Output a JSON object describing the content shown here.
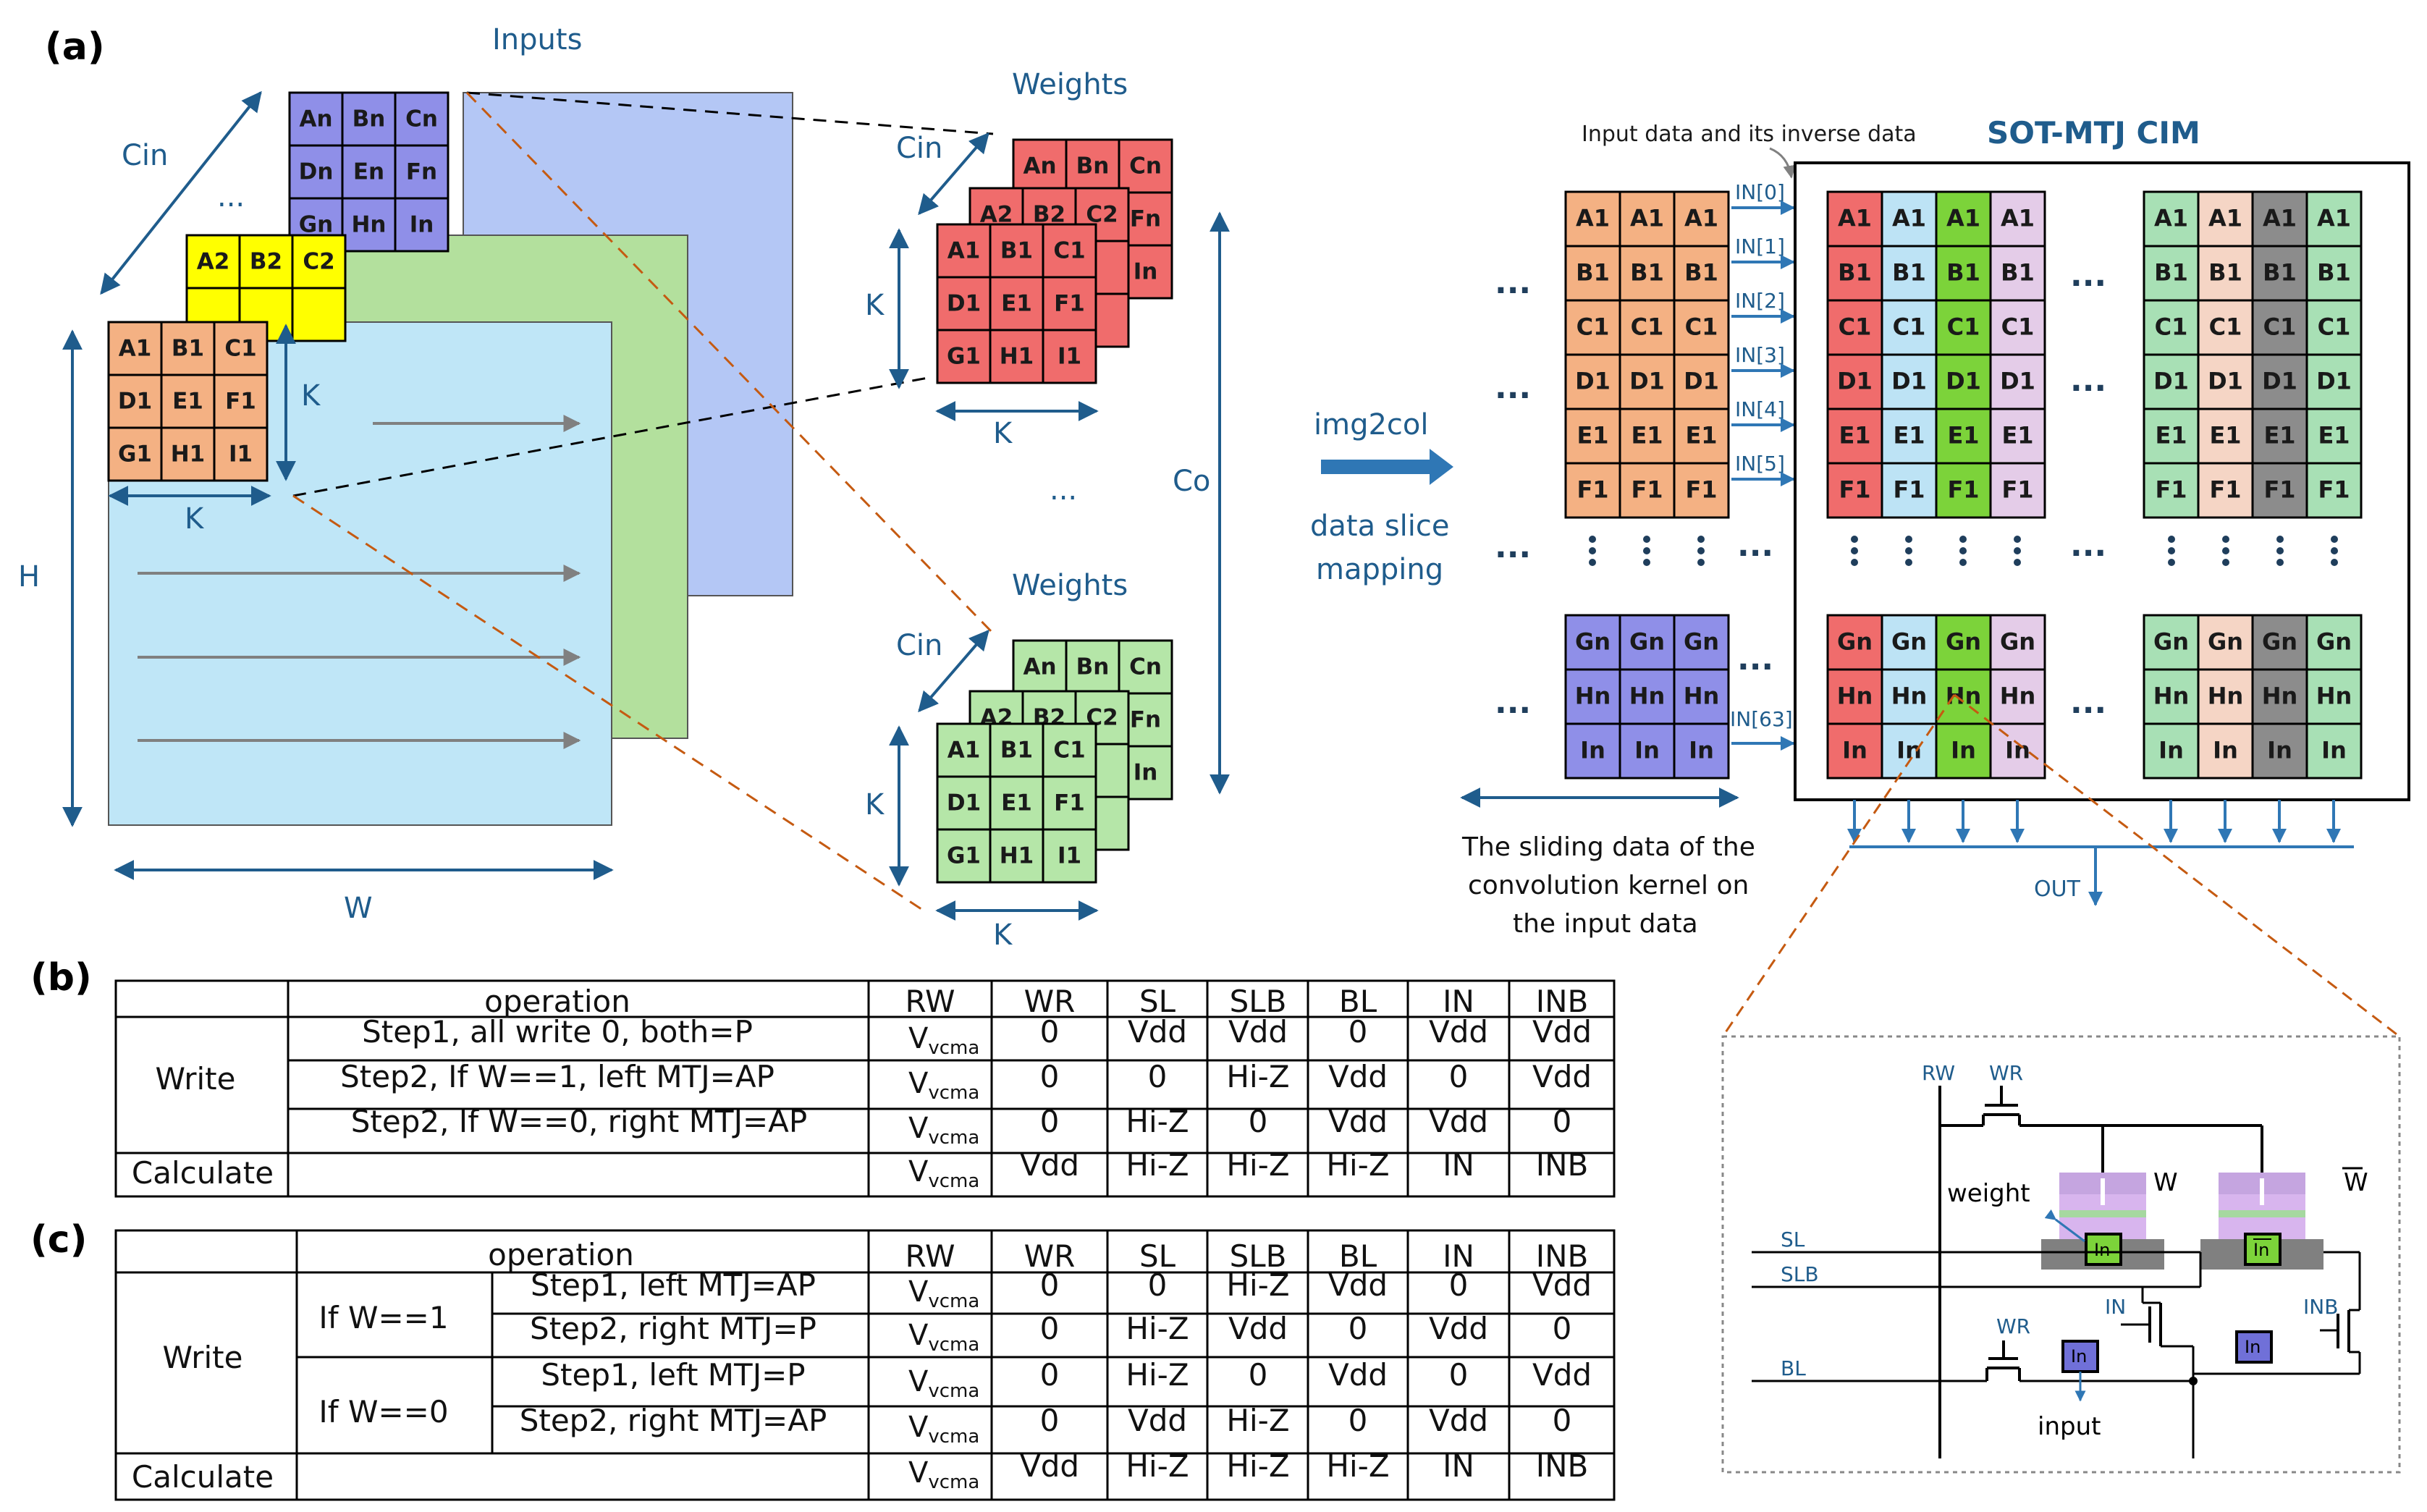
{
  "panels": {
    "a": "(a)",
    "b": "(b)",
    "c": "(c)"
  },
  "labels": {
    "inputs": "Inputs",
    "weights_top": "Weights",
    "weights_bottom": "Weights",
    "cin": "Cin",
    "k": "K",
    "h": "H",
    "w": "W",
    "co": "Co",
    "ellipsis": "...",
    "img2col": "img2col",
    "mapping1": "data slice",
    "mapping2": "mapping",
    "input_inverse": "Input data and its inverse data",
    "sot_title": "SOT-MTJ CIM",
    "out": "OUT",
    "sliding1": "The sliding data of the",
    "sliding2": "convolution kernel on",
    "sliding3": "the input data"
  },
  "kernel_cells": [
    "A1",
    "B1",
    "C1",
    "D1",
    "E1",
    "F1",
    "G1",
    "H1",
    "I1"
  ],
  "layer_a2": [
    "A2",
    "B2",
    "C2"
  ],
  "layer_n": [
    "An",
    "Bn",
    "Cn",
    "Dn",
    "En",
    "Fn",
    "Gn",
    "Hn",
    "In"
  ],
  "column_rows": [
    "A1",
    "B1",
    "C1",
    "D1",
    "E1",
    "F1"
  ],
  "column_rows_n": [
    "Gn",
    "Hn",
    "In"
  ],
  "in_labels": [
    "IN[0]",
    "IN[1]",
    "IN[2]",
    "IN[3]",
    "IN[4]",
    "IN[5]",
    "IN[63]"
  ],
  "colors": {
    "orange": "#f4b183",
    "blue": "#8f8fe8",
    "yellow": "#ffff00",
    "red": "#f06c6c",
    "green": "#b5e6a8",
    "lightblue": "#bde3f5",
    "mint": "#a8e0b5",
    "peach": "#f5d5c5",
    "gray": "#8c8c8c",
    "lavender": "#e4cce8",
    "teal": "#2f77b5"
  },
  "circuit": {
    "rw": "RW",
    "wr_top": "WR",
    "wr_bottom": "WR",
    "weight": "weight",
    "w": "W",
    "w_bar": "W",
    "sl": "SL",
    "slb": "SLB",
    "bl": "BL",
    "in": "IN",
    "inb": "INB",
    "input": "input",
    "in_cell": "In"
  },
  "table_b": {
    "header": [
      "",
      "operation",
      "RW",
      "WR",
      "SL",
      "SLB",
      "BL",
      "IN",
      "INB"
    ],
    "group_write": "Write",
    "group_calc": "Calculate",
    "rows": [
      [
        "Step1, all write 0,  both=P",
        "V",
        "vcma",
        "0",
        "Vdd",
        "Vdd",
        "0",
        "Vdd",
        "Vdd"
      ],
      [
        "Step2, If W==1,  left MTJ=AP",
        "V",
        "vcma",
        "0",
        "0",
        "Hi-Z",
        "Vdd",
        "0",
        "Vdd"
      ],
      [
        "Step2, If W==0,  right MTJ=AP",
        "V",
        "vcma",
        "0",
        "Hi-Z",
        "0",
        "Vdd",
        "Vdd",
        "0"
      ],
      [
        "",
        "V",
        "vcma",
        "Vdd",
        "Hi-Z",
        "Hi-Z",
        "Hi-Z",
        "IN",
        "INB"
      ]
    ]
  },
  "table_c": {
    "header": [
      "",
      "operation",
      "RW",
      "WR",
      "SL",
      "SLB",
      "BL",
      "IN",
      "INB"
    ],
    "group_write": "Write",
    "group_calc": "Calculate",
    "cond1": "If W==1",
    "cond0": "If W==0",
    "rows": [
      [
        "Step1,  left MTJ=AP",
        "V",
        "vcma",
        "0",
        "0",
        "Hi-Z",
        "Vdd",
        "0",
        "Vdd"
      ],
      [
        "Step2,  right MTJ=P",
        "V",
        "vcma",
        "0",
        "Hi-Z",
        "Vdd",
        "0",
        "Vdd",
        "0"
      ],
      [
        "Step1,  left MTJ=P",
        "V",
        "vcma",
        "0",
        "Hi-Z",
        "0",
        "Vdd",
        "0",
        "Vdd"
      ],
      [
        "Step2,  right MTJ=AP",
        "V",
        "vcma",
        "0",
        "Vdd",
        "Hi-Z",
        "0",
        "Vdd",
        "0"
      ],
      [
        "",
        "V",
        "vcma",
        "Vdd",
        "Hi-Z",
        "Hi-Z",
        "Hi-Z",
        "IN",
        "INB"
      ]
    ]
  }
}
